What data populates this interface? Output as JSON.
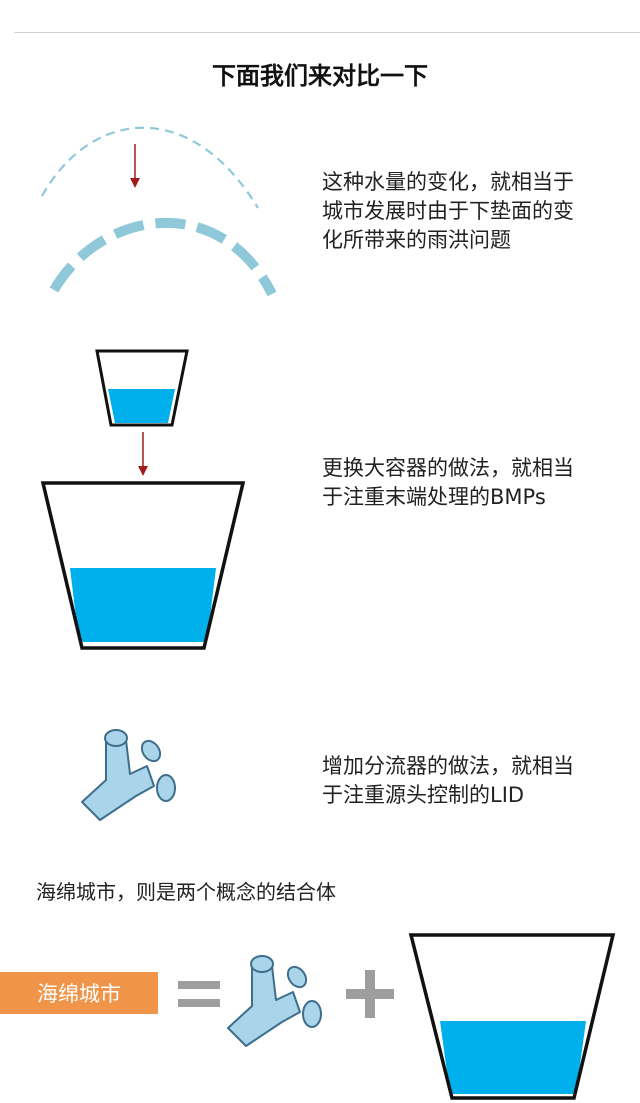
{
  "heading": "下面我们来对比一下",
  "sections": [
    {
      "text_lines": [
        "这种水量的变化，就相当于",
        "城市发展时由于下垫面的变",
        "化所带来的雨洪问题"
      ]
    },
    {
      "text_lines": [
        "更换大容器的做法，就相当",
        "于注重末端处理的BMPs"
      ]
    },
    {
      "text_lines": [
        "增加分流器的做法，就相当",
        "于注重源头控制的LID"
      ]
    }
  ],
  "summary": "海绵城市，则是两个概念的结合体",
  "equation": {
    "label": "海绵城市",
    "equals_symbol": "=",
    "plus_symbol": "+"
  },
  "colors": {
    "water": "#00b0ec",
    "pipe": "#a9d4e9",
    "curve": "#8fc9d9",
    "arrow": "#a11d1d",
    "label_bg": "#f0944a",
    "operator": "#9e9e9e"
  },
  "icons": [
    "hydrograph-curves",
    "down-arrow-icon",
    "small-cup-icon",
    "large-cup-icon",
    "pipe-splitter-icon",
    "equals-icon",
    "plus-icon"
  ]
}
